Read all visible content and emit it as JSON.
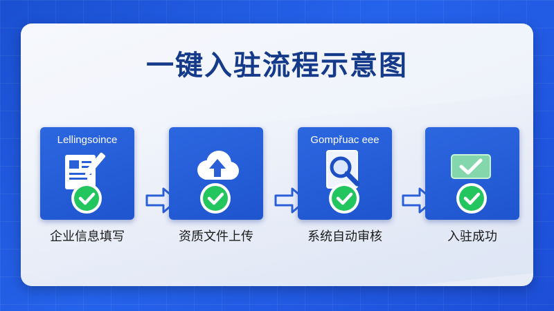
{
  "title": "一键入驻流程示意图",
  "steps": [
    {
      "card_text": "Lellingsoince",
      "label": "企业信息填写",
      "icon": "form-pen-icon"
    },
    {
      "card_text": "",
      "label": "资质文件上传",
      "icon": "cloud-upload-icon"
    },
    {
      "card_text": "Gompřuac eee",
      "label": "系统自动审核",
      "icon": "document-search-icon"
    },
    {
      "card_text": "",
      "label": "入驻成功",
      "icon": "success-check-icon"
    }
  ],
  "colors": {
    "background": "#2563eb",
    "card": "#2560dc",
    "title": "#163a8a",
    "check": "#22c55e"
  }
}
